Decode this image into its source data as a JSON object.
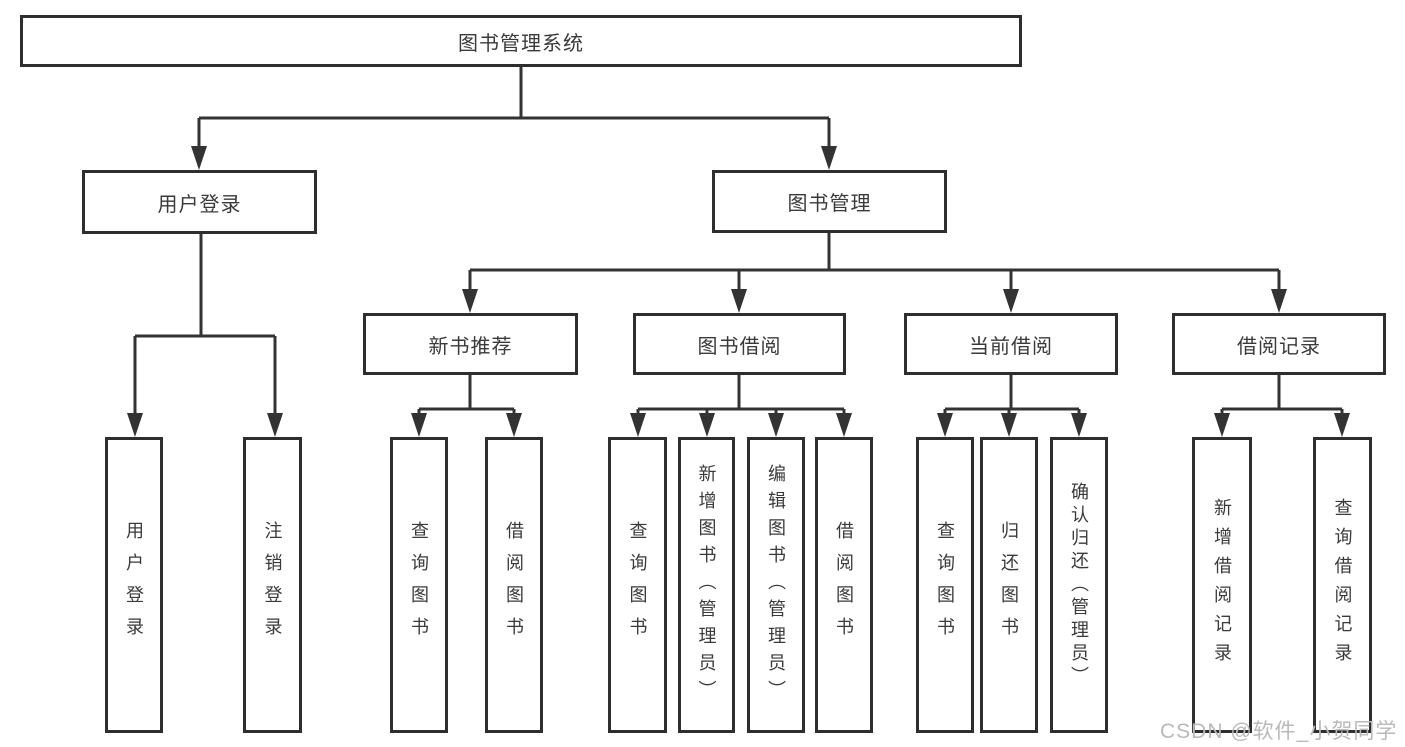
{
  "diagram": {
    "title": "图书管理系统",
    "branches": [
      {
        "label": "用户登录",
        "children": [
          {
            "label": "用户登录"
          },
          {
            "label": "注销登录"
          }
        ]
      },
      {
        "label": "图书管理",
        "children": [
          {
            "label": "新书推荐",
            "children": [
              {
                "label": "查询图书"
              },
              {
                "label": "借阅图书"
              }
            ]
          },
          {
            "label": "图书借阅",
            "children": [
              {
                "label": "查询图书"
              },
              {
                "label": "新增图书（管理员）"
              },
              {
                "label": "编辑图书（管理员）"
              },
              {
                "label": "借阅图书"
              }
            ]
          },
          {
            "label": "当前借阅",
            "children": [
              {
                "label": "查询图书"
              },
              {
                "label": "归还图书"
              },
              {
                "label": "确认归还（管理员）"
              }
            ]
          },
          {
            "label": "借阅记录",
            "children": [
              {
                "label": "新增借阅记录"
              },
              {
                "label": "查询借阅记录"
              }
            ]
          }
        ]
      }
    ],
    "watermark": "CSDN @软件_小贺同学",
    "colors": {
      "line": "#333333",
      "border": "#2e2e2e",
      "text": "#3a3a3a",
      "watermark": "#b9b9b9"
    }
  }
}
